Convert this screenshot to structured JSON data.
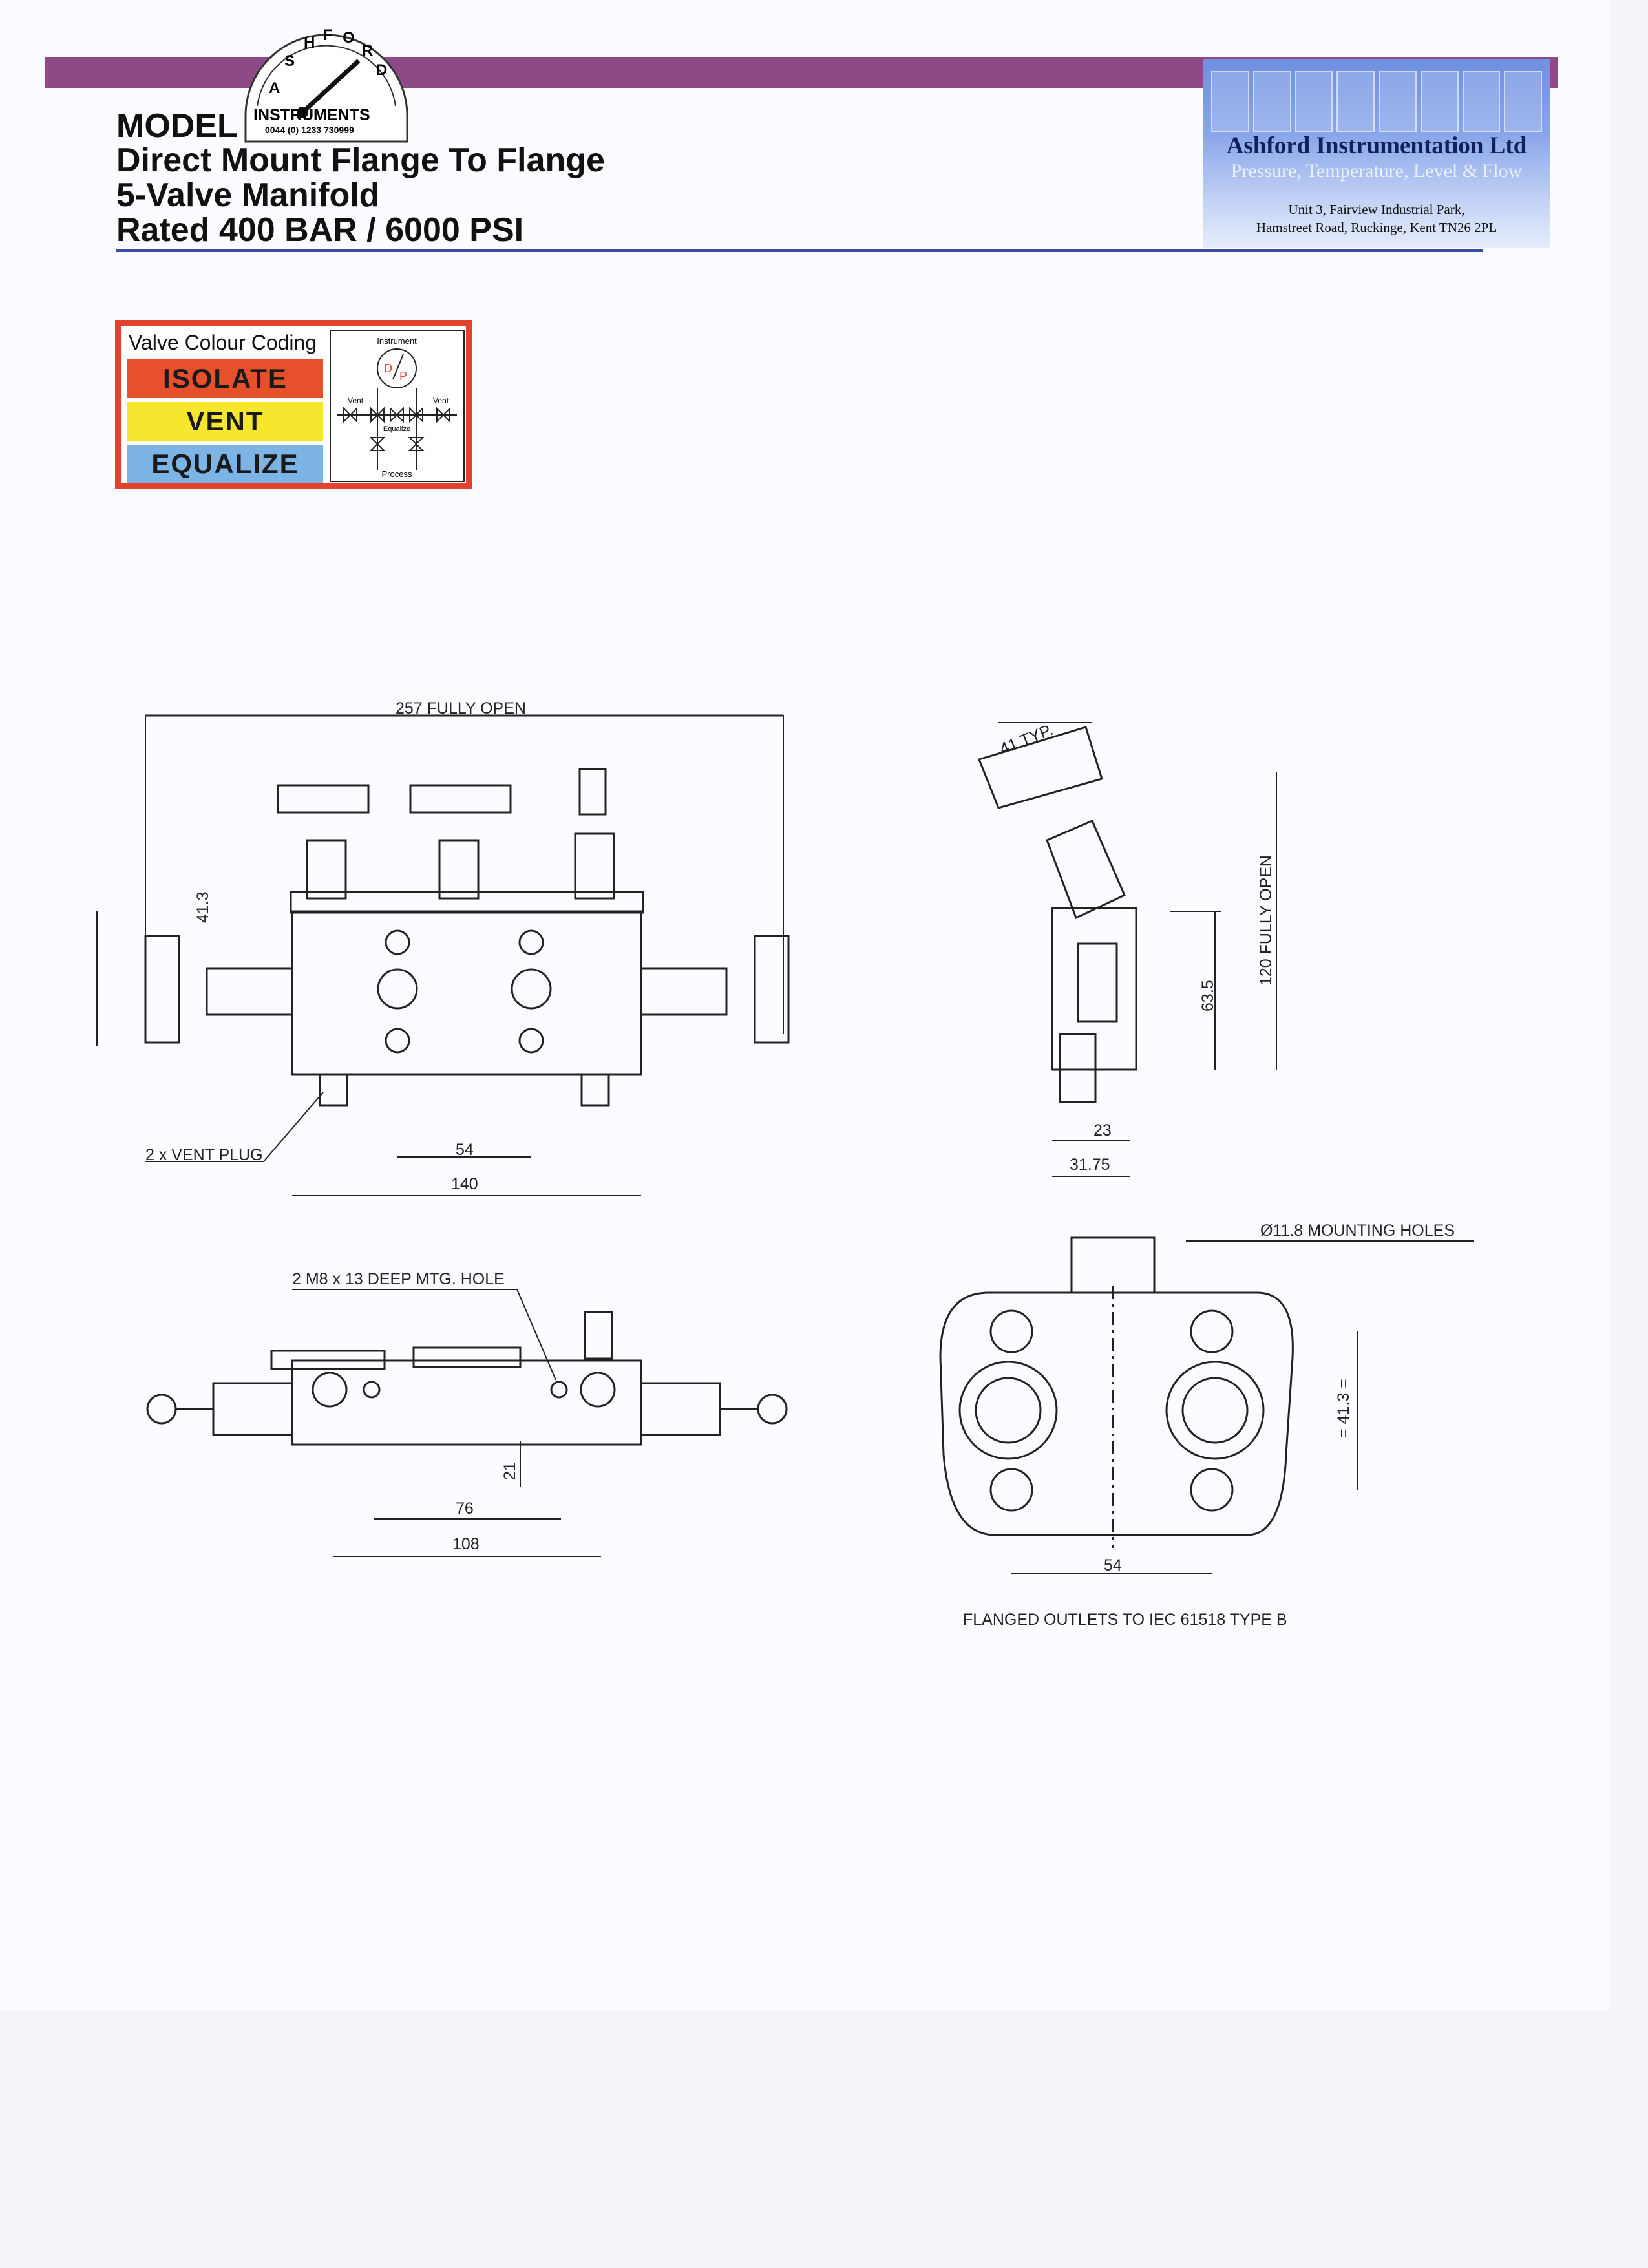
{
  "header": {
    "title_lines": [
      "MODEL",
      "Direct Mount Flange To Flange",
      "5-Valve Manifold",
      "Rated 400 BAR / 6000 PSI"
    ],
    "logo": {
      "arc_text": "ASHFORD",
      "word": "INSTRUMENTS",
      "phone": "0044 (0) 1233 730999"
    }
  },
  "company": {
    "name": "Ashford Instrumentation Ltd",
    "tagline": "Pressure, Temperature, Level & Flow",
    "address_line1": "Unit 3, Fairview Industrial Park,",
    "address_line2": "Hamstreet Road, Ruckinge, Kent TN26 2PL"
  },
  "valve_coding": {
    "heading": "Valve Colour Coding",
    "items": [
      {
        "label": "ISOLATE",
        "color": "#e7502c"
      },
      {
        "label": "VENT",
        "color": "#f6e62e"
      },
      {
        "label": "EQUALIZE",
        "color": "#7cb4e6"
      }
    ],
    "schematic": {
      "instrument": "Instrument",
      "vent_left": "Vent",
      "vent_right": "Vent",
      "equalize": "Equalize",
      "process": "Process",
      "gauge_d": "D",
      "gauge_p": "P"
    }
  },
  "drawing": {
    "front_view": {
      "overall": "257 FULLY OPEN",
      "height": "41.3",
      "vent_plug": "2 x VENT PLUG",
      "centers": "54",
      "body": "140"
    },
    "side_view": {
      "handle": "41 TYP.",
      "fully_open": "120 FULLY OPEN",
      "height": "63.5",
      "depth": "23",
      "width": "31.75"
    },
    "top_view": {
      "hole_note": "2 M8 x 13 DEEP MTG. HOLE",
      "offset": "21",
      "pitch": "76",
      "span": "108"
    },
    "flange_view": {
      "holes": "Ø11.8 MOUNTING HOLES",
      "height": "= 41.3 =",
      "pitch": "54",
      "note": "FLANGED OUTLETS TO IEC 61518 TYPE B"
    }
  }
}
